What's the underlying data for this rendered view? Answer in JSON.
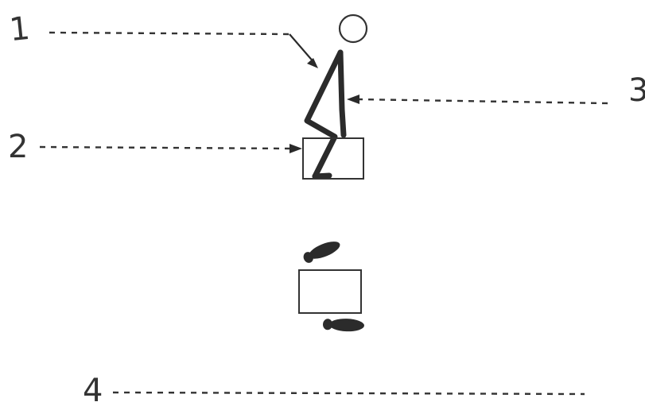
{
  "callouts": [
    {
      "label": "1"
    },
    {
      "label": "2"
    },
    {
      "label": "3"
    },
    {
      "label": "4"
    }
  ],
  "colors": {
    "ink": "#2b2b2b",
    "background": "#ffffff"
  }
}
